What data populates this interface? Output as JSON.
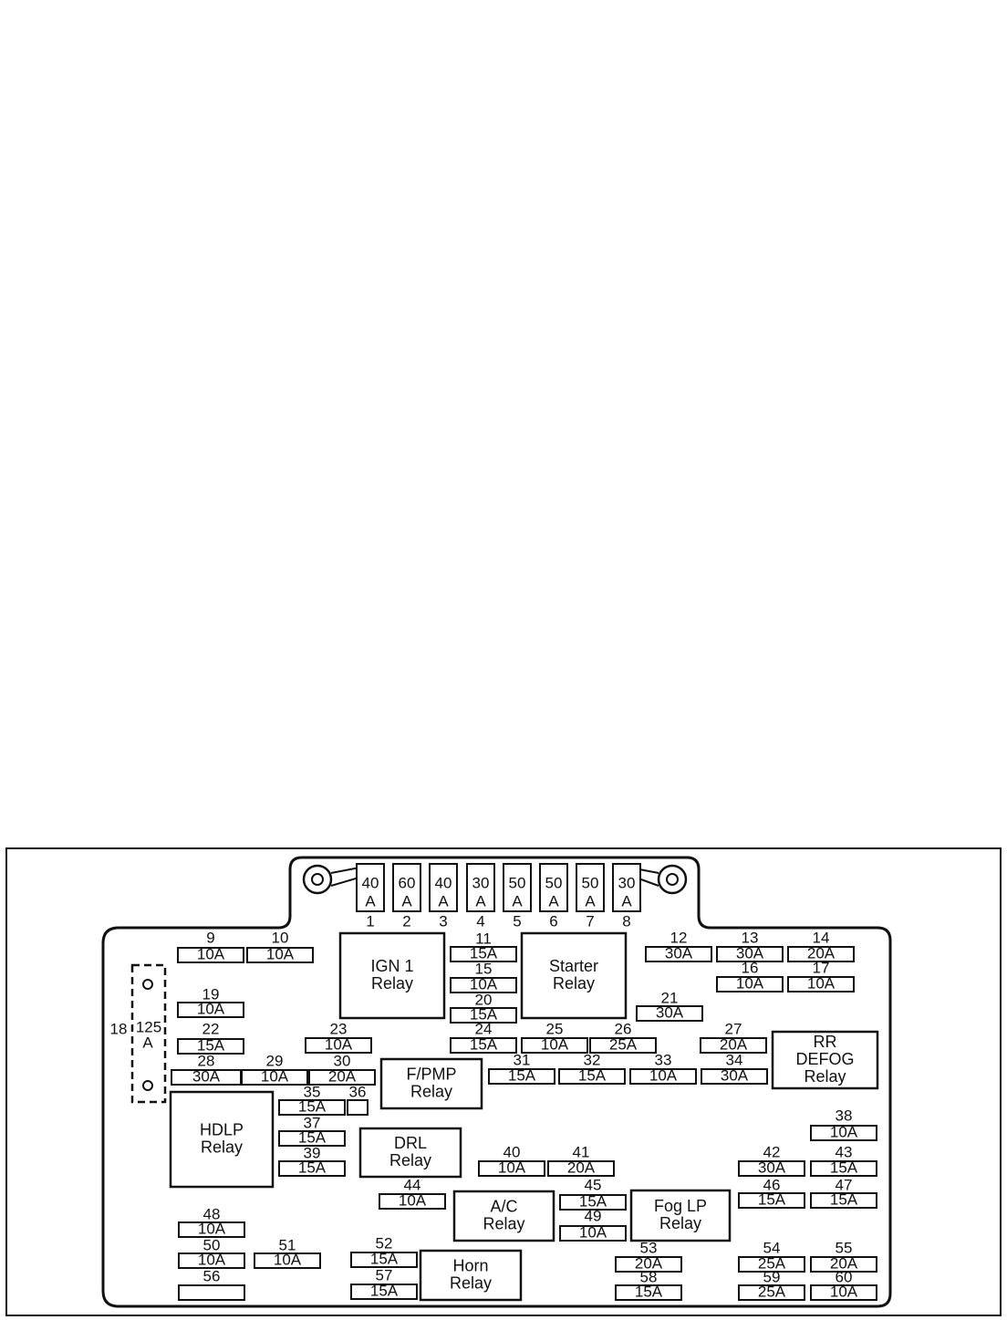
{
  "diagram": {
    "fuse_box": {
      "top_fuses": [
        {
          "number": "1",
          "amp": "40",
          "unit": "A"
        },
        {
          "number": "2",
          "amp": "60",
          "unit": "A"
        },
        {
          "number": "3",
          "amp": "40",
          "unit": "A"
        },
        {
          "number": "4",
          "amp": "30",
          "unit": "A"
        },
        {
          "number": "5",
          "amp": "50",
          "unit": "A"
        },
        {
          "number": "6",
          "amp": "50",
          "unit": "A"
        },
        {
          "number": "7",
          "amp": "50",
          "unit": "A"
        },
        {
          "number": "8",
          "amp": "30",
          "unit": "A"
        }
      ],
      "fuses": [
        {
          "number": "9",
          "rating": "10A"
        },
        {
          "number": "10",
          "rating": "10A"
        },
        {
          "number": "11",
          "rating": "15A"
        },
        {
          "number": "12",
          "rating": "30A"
        },
        {
          "number": "13",
          "rating": "30A"
        },
        {
          "number": "14",
          "rating": "20A"
        },
        {
          "number": "15",
          "rating": "10A"
        },
        {
          "number": "16",
          "rating": "10A"
        },
        {
          "number": "17",
          "rating": "10A"
        },
        {
          "number": "19",
          "rating": "10A"
        },
        {
          "number": "20",
          "rating": "15A"
        },
        {
          "number": "21",
          "rating": "30A"
        },
        {
          "number": "22",
          "rating": "15A"
        },
        {
          "number": "23",
          "rating": "10A"
        },
        {
          "number": "24",
          "rating": "15A"
        },
        {
          "number": "25",
          "rating": "10A"
        },
        {
          "number": "26",
          "rating": "25A"
        },
        {
          "number": "27",
          "rating": "20A"
        },
        {
          "number": "28",
          "rating": "30A"
        },
        {
          "number": "29",
          "rating": "10A"
        },
        {
          "number": "30",
          "rating": "20A"
        },
        {
          "number": "31",
          "rating": "15A"
        },
        {
          "number": "32",
          "rating": "15A"
        },
        {
          "number": "33",
          "rating": "10A"
        },
        {
          "number": "34",
          "rating": "30A"
        },
        {
          "number": "35",
          "rating": "15A"
        },
        {
          "number": "36",
          "rating": ""
        },
        {
          "number": "37",
          "rating": "15A"
        },
        {
          "number": "38",
          "rating": "10A"
        },
        {
          "number": "39",
          "rating": "15A"
        },
        {
          "number": "40",
          "rating": "10A"
        },
        {
          "number": "41",
          "rating": "20A"
        },
        {
          "number": "42",
          "rating": "30A"
        },
        {
          "number": "43",
          "rating": "15A"
        },
        {
          "number": "44",
          "rating": "10A"
        },
        {
          "number": "45",
          "rating": "15A"
        },
        {
          "number": "46",
          "rating": "15A"
        },
        {
          "number": "47",
          "rating": "15A"
        },
        {
          "number": "48",
          "rating": "10A"
        },
        {
          "number": "49",
          "rating": "10A"
        },
        {
          "number": "50",
          "rating": "10A"
        },
        {
          "number": "51",
          "rating": "10A"
        },
        {
          "number": "52",
          "rating": "15A"
        },
        {
          "number": "53",
          "rating": "20A"
        },
        {
          "number": "54",
          "rating": "25A"
        },
        {
          "number": "55",
          "rating": "20A"
        },
        {
          "number": "56",
          "rating": ""
        },
        {
          "number": "57",
          "rating": "15A"
        },
        {
          "number": "58",
          "rating": "15A"
        },
        {
          "number": "59",
          "rating": "25A"
        },
        {
          "number": "60",
          "rating": "10A"
        }
      ],
      "circuit_breaker": {
        "number": "18",
        "rating": "125",
        "unit": "A"
      },
      "relays": [
        {
          "id": "ign1",
          "lines": [
            "IGN 1",
            "Relay"
          ]
        },
        {
          "id": "starter",
          "lines": [
            "Starter",
            "Relay"
          ]
        },
        {
          "id": "rr-defog",
          "lines": [
            "RR",
            "DEFOG",
            "Relay"
          ]
        },
        {
          "id": "fpmp",
          "lines": [
            "F/PMP",
            "Relay"
          ]
        },
        {
          "id": "hdlp",
          "lines": [
            "HDLP",
            "Relay"
          ]
        },
        {
          "id": "drl",
          "lines": [
            "DRL",
            "Relay"
          ]
        },
        {
          "id": "ac",
          "lines": [
            "A/C",
            "Relay"
          ]
        },
        {
          "id": "fog-lp",
          "lines": [
            "Fog LP",
            "Relay"
          ]
        },
        {
          "id": "horn",
          "lines": [
            "Horn",
            "Relay"
          ]
        }
      ]
    }
  }
}
